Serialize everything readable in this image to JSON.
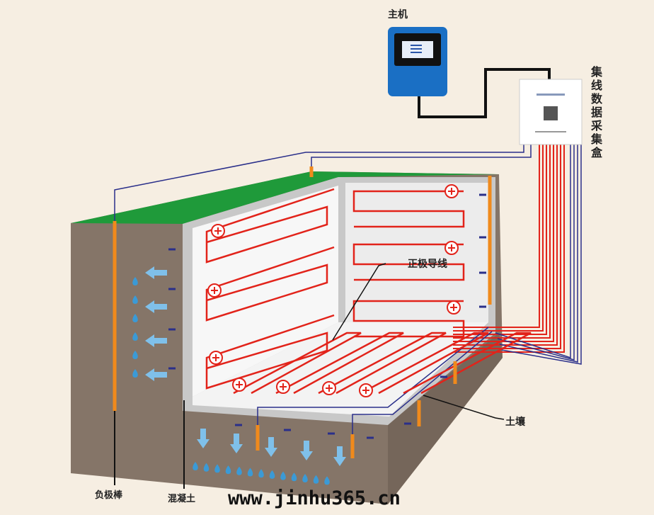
{
  "labels": {
    "host": "主机",
    "collector_box": "集线数据采集盒",
    "positive_wire": "正极导线",
    "soil": "土壤",
    "negative_rod": "负极棒",
    "concrete": "混凝土",
    "watermark": "www.jinhu365.cn"
  },
  "colors": {
    "background": "#f6eee2",
    "soil": "#857568",
    "grass": "#1f9a3a",
    "concrete": "#c8c8c8",
    "wall": "#f7f7f7",
    "positive": "#e2231a",
    "negative": "#2a2f8a",
    "rod": "#f08a1c",
    "water": "#7fc0ea",
    "host": "#1a6fc4"
  }
}
